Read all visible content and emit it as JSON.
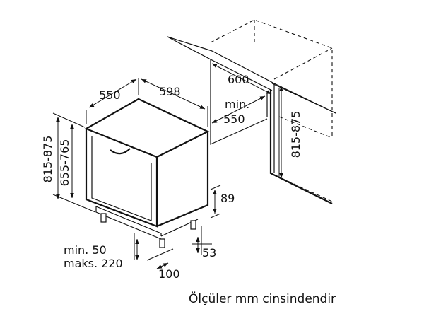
{
  "dimensions": {
    "depth": "550",
    "width": "598",
    "niche_width": "600",
    "niche_depth_min": "min.",
    "niche_depth_value": "550",
    "niche_height": "815-875",
    "total_height": "815-875",
    "body_height": "655-765",
    "plinth_height": "89",
    "plinth_offset": "53",
    "plinth_depth": "100",
    "plinth_range_min": "min. 50",
    "plinth_range_max": "maks. 220"
  },
  "caption": "Ölçüler mm cinsindendir"
}
